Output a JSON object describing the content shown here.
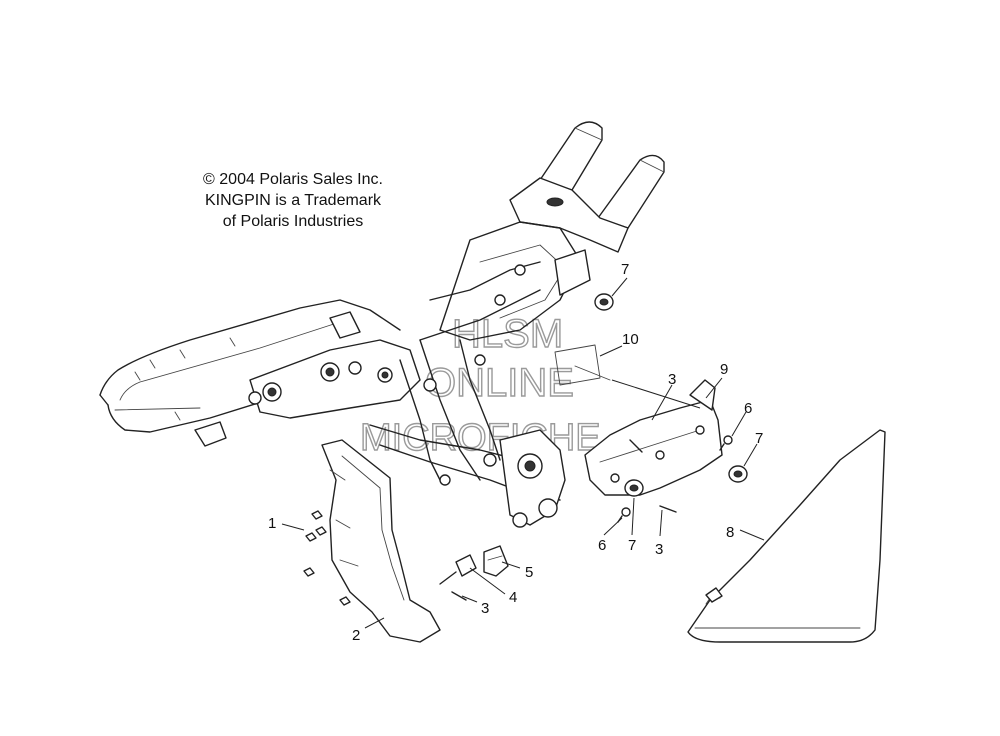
{
  "copyright": {
    "line1": "© 2004 Polaris Sales Inc.",
    "line2": "KINGPIN is a Trademark",
    "line3": "of Polaris Industries"
  },
  "watermark": {
    "line1": "HLSM",
    "line2": "ONLINE",
    "line3": "MICROFICHE"
  },
  "callouts": {
    "c1": "1",
    "c2": "2",
    "c3a": "3",
    "c3b": "3",
    "c3c": "3",
    "c4": "4",
    "c5": "5",
    "c6a": "6",
    "c6b": "6",
    "c7a": "7",
    "c7b": "7",
    "c7c": "7",
    "c8": "8",
    "c9": "9",
    "c10": "10"
  }
}
